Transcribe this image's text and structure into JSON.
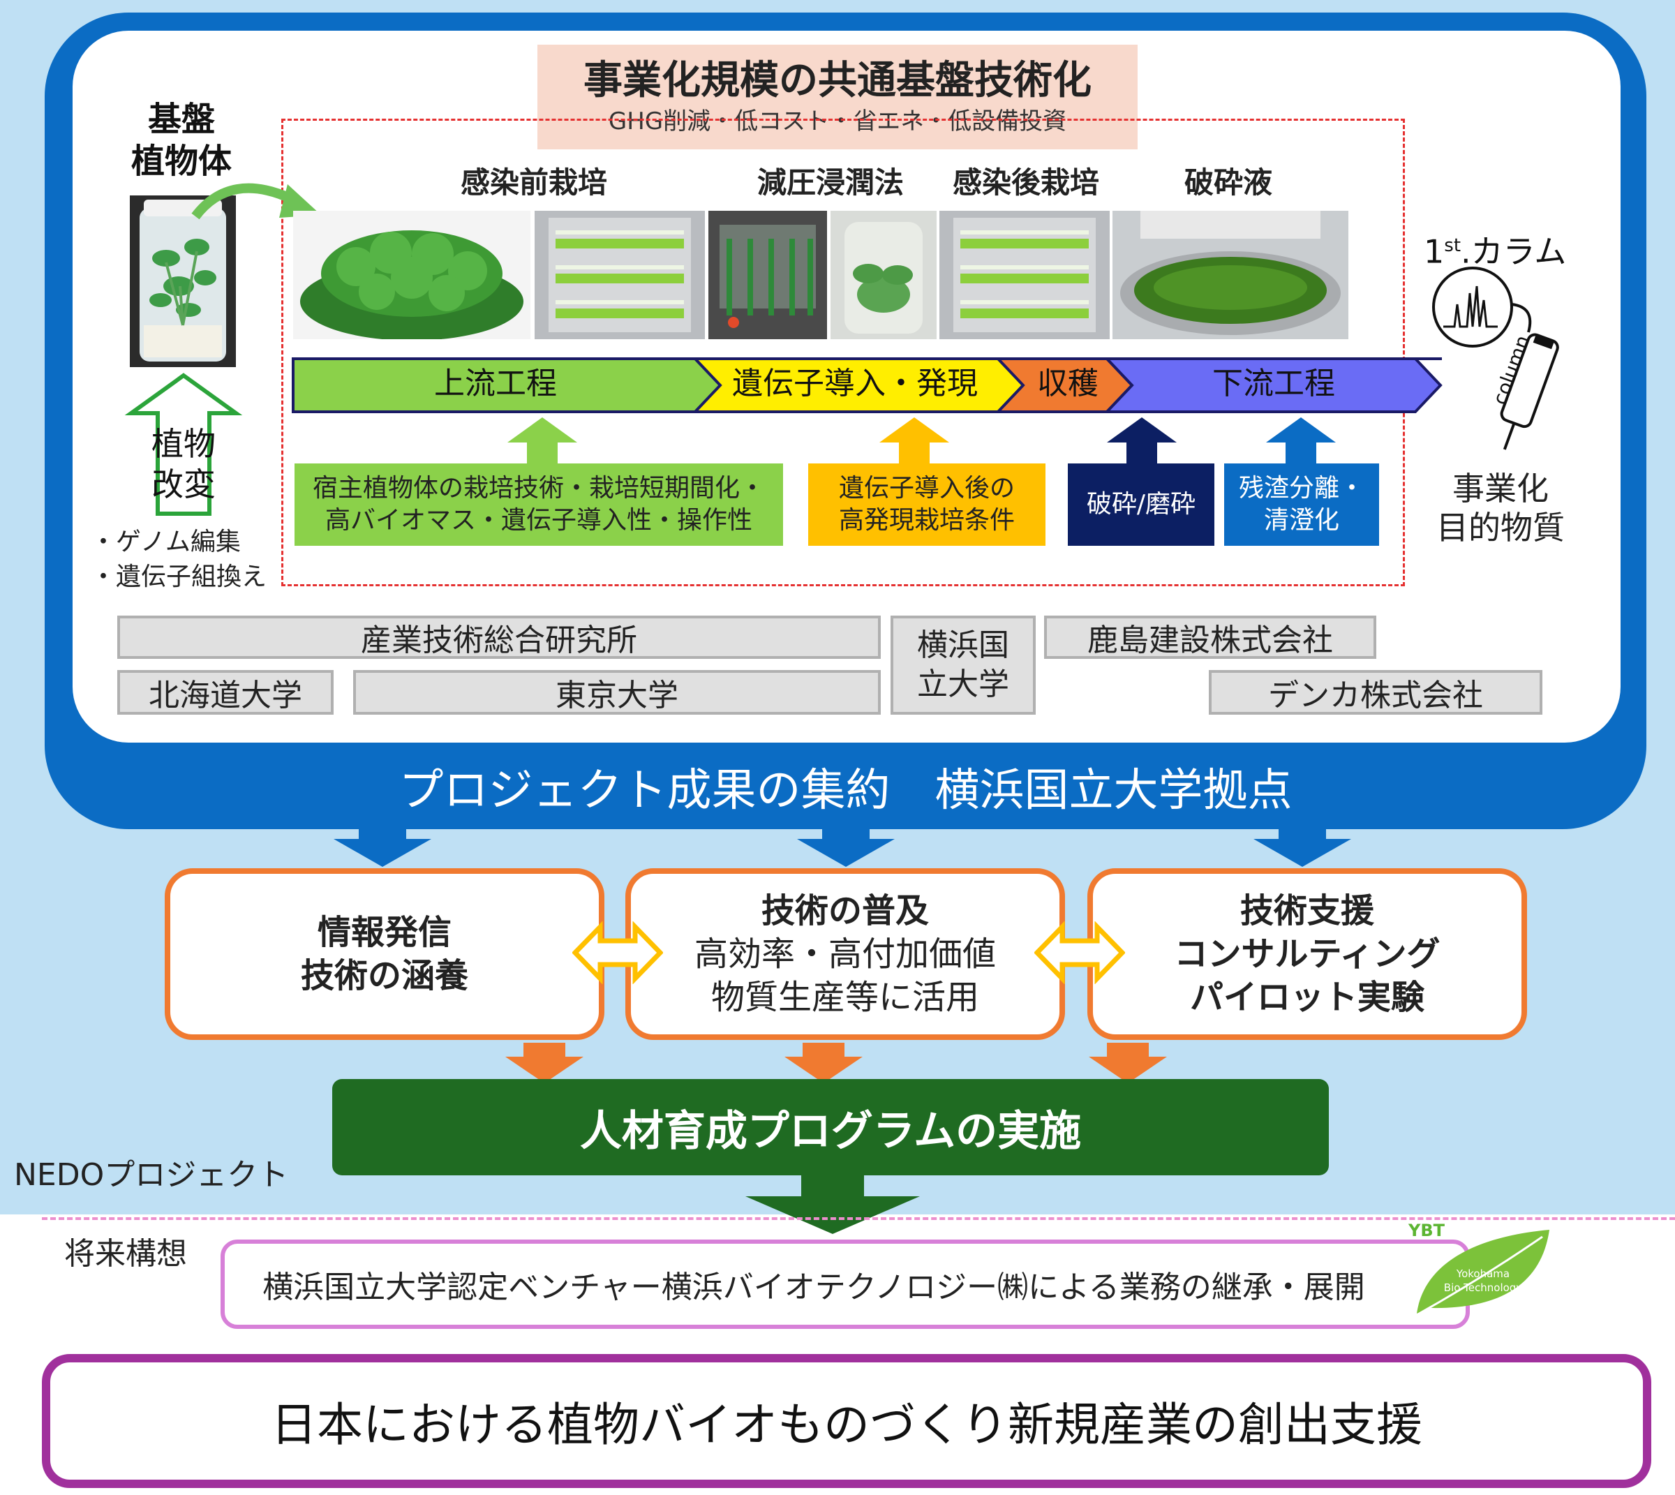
{
  "top_title": {
    "main": "事業化規模の共通基盤技術化",
    "sub": "GHG削減・低コスト・省エネ・低設備投資"
  },
  "base_plant": {
    "label_line1": "基盤",
    "label_line2": "植物体"
  },
  "plant_modify": {
    "line1": "植物",
    "line2": "改変",
    "bullet1": "・ゲノム編集",
    "bullet2": "・遺伝子組換え"
  },
  "process_headers": [
    "感染前栽培",
    "減圧浸潤法",
    "感染後栽培",
    "破砕液"
  ],
  "column_label": {
    "first": "1",
    "sup": "st",
    "rest": ".カラム",
    "tube": "column"
  },
  "product": {
    "line1": "事業化",
    "line2": "目的物質"
  },
  "stages": [
    {
      "label": "上流工程",
      "color": "#8bd14a"
    },
    {
      "label": "遺伝子導入・発現",
      "color": "#ffee00"
    },
    {
      "label": "収穫",
      "color": "#f07a30"
    },
    {
      "label": "下流工程",
      "color": "#6a6cf5"
    }
  ],
  "support_boxes": [
    {
      "line1": "宿主植物体の栽培技術・栽培短期間化・",
      "line2": "高バイオマス・遺伝子導入性・操作性"
    },
    {
      "line1": "遺伝子導入後の",
      "line2": "高発現栽培条件"
    },
    {
      "line1": "破砕/磨砕"
    },
    {
      "line1": "残渣分離・",
      "line2": "清澄化"
    }
  ],
  "orgs": {
    "aist": "産業技術総合研究所",
    "hokkaido": "北海道大学",
    "tokyo": "東京大学",
    "ynu_line1": "横浜国",
    "ynu_line2": "立大学",
    "kajima": "鹿島建設株式会社",
    "denka": "デンカ株式会社"
  },
  "project_summary": "プロジェクト成果の集約　横浜国立大学拠点",
  "outcomes": [
    {
      "line1": "情報発信",
      "line2": "技術の涵養"
    },
    {
      "line1": "技術の普及",
      "line2": "高効率・高付加価値",
      "line3": "物質生産等に活用"
    },
    {
      "line1": "技術支援",
      "line2": "コンサルティング",
      "line3": "パイロット実験"
    }
  ],
  "training_program": "人材育成プログラムの実施",
  "nedo_label": "NEDOプロジェクト",
  "future_label": "将来構想",
  "future_text": "横浜国立大学認定ベンチャー横浜バイオテクノロジー㈱による業務の継承・展開",
  "logo": {
    "abbr": "YBT",
    "line1": "Yokohama",
    "line2": "Bio Technology"
  },
  "final_goal": "日本における植物バイオものづくり新規産業の創出支援",
  "colors": {
    "blue_frame": "#0b6cc4",
    "light_blue_bg": "#bfe0f4",
    "orange": "#f07a30",
    "dark_green": "#1f6b22",
    "magenta": "#a0309c",
    "navy": "#0c1f63",
    "mid_blue": "#0b6cc4",
    "amber": "#ffc000",
    "light_green": "#8bd14a"
  }
}
